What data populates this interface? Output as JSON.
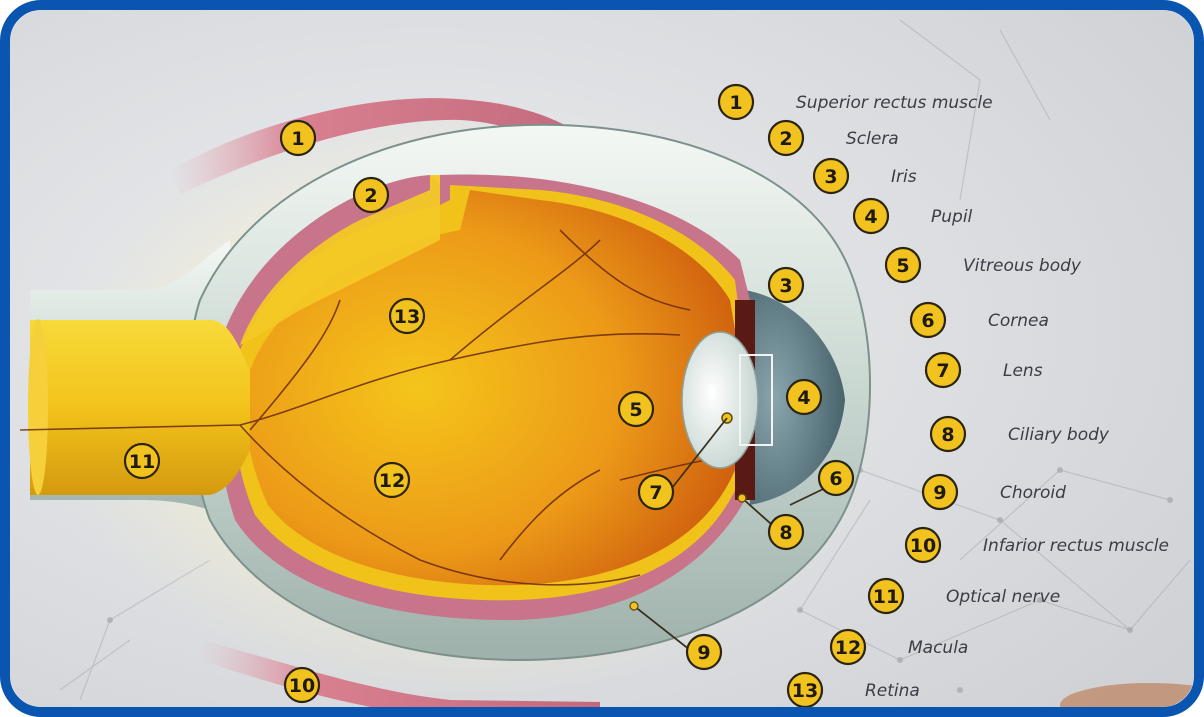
{
  "legend": [
    {
      "num": "1",
      "label": "Superior rectus muscle"
    },
    {
      "num": "2",
      "label": "Sclera"
    },
    {
      "num": "3",
      "label": "Iris"
    },
    {
      "num": "4",
      "label": "Pupil"
    },
    {
      "num": "5",
      "label": "Vitreous body"
    },
    {
      "num": "6",
      "label": "Cornea"
    },
    {
      "num": "7",
      "label": "Lens"
    },
    {
      "num": "8",
      "label": "Ciliary body"
    },
    {
      "num": "9",
      "label": "Choroid"
    },
    {
      "num": "10",
      "label": "Infarior rectus muscle"
    },
    {
      "num": "11",
      "label": "Optical nerve"
    },
    {
      "num": "12",
      "label": "Macula"
    },
    {
      "num": "13",
      "label": "Retina"
    }
  ],
  "colors": {
    "frame_border": "#0a55b0",
    "background": "#d9dadd",
    "sclera": "#cfdcd6",
    "choroid_pink": "#c8758c",
    "vitreous_orange": "#e89218",
    "retina_yellow": "#f0c21a",
    "cornea_teal": "#5e7e86",
    "badge_fill": "#f2c21e",
    "badge_stroke": "#2a2410"
  }
}
